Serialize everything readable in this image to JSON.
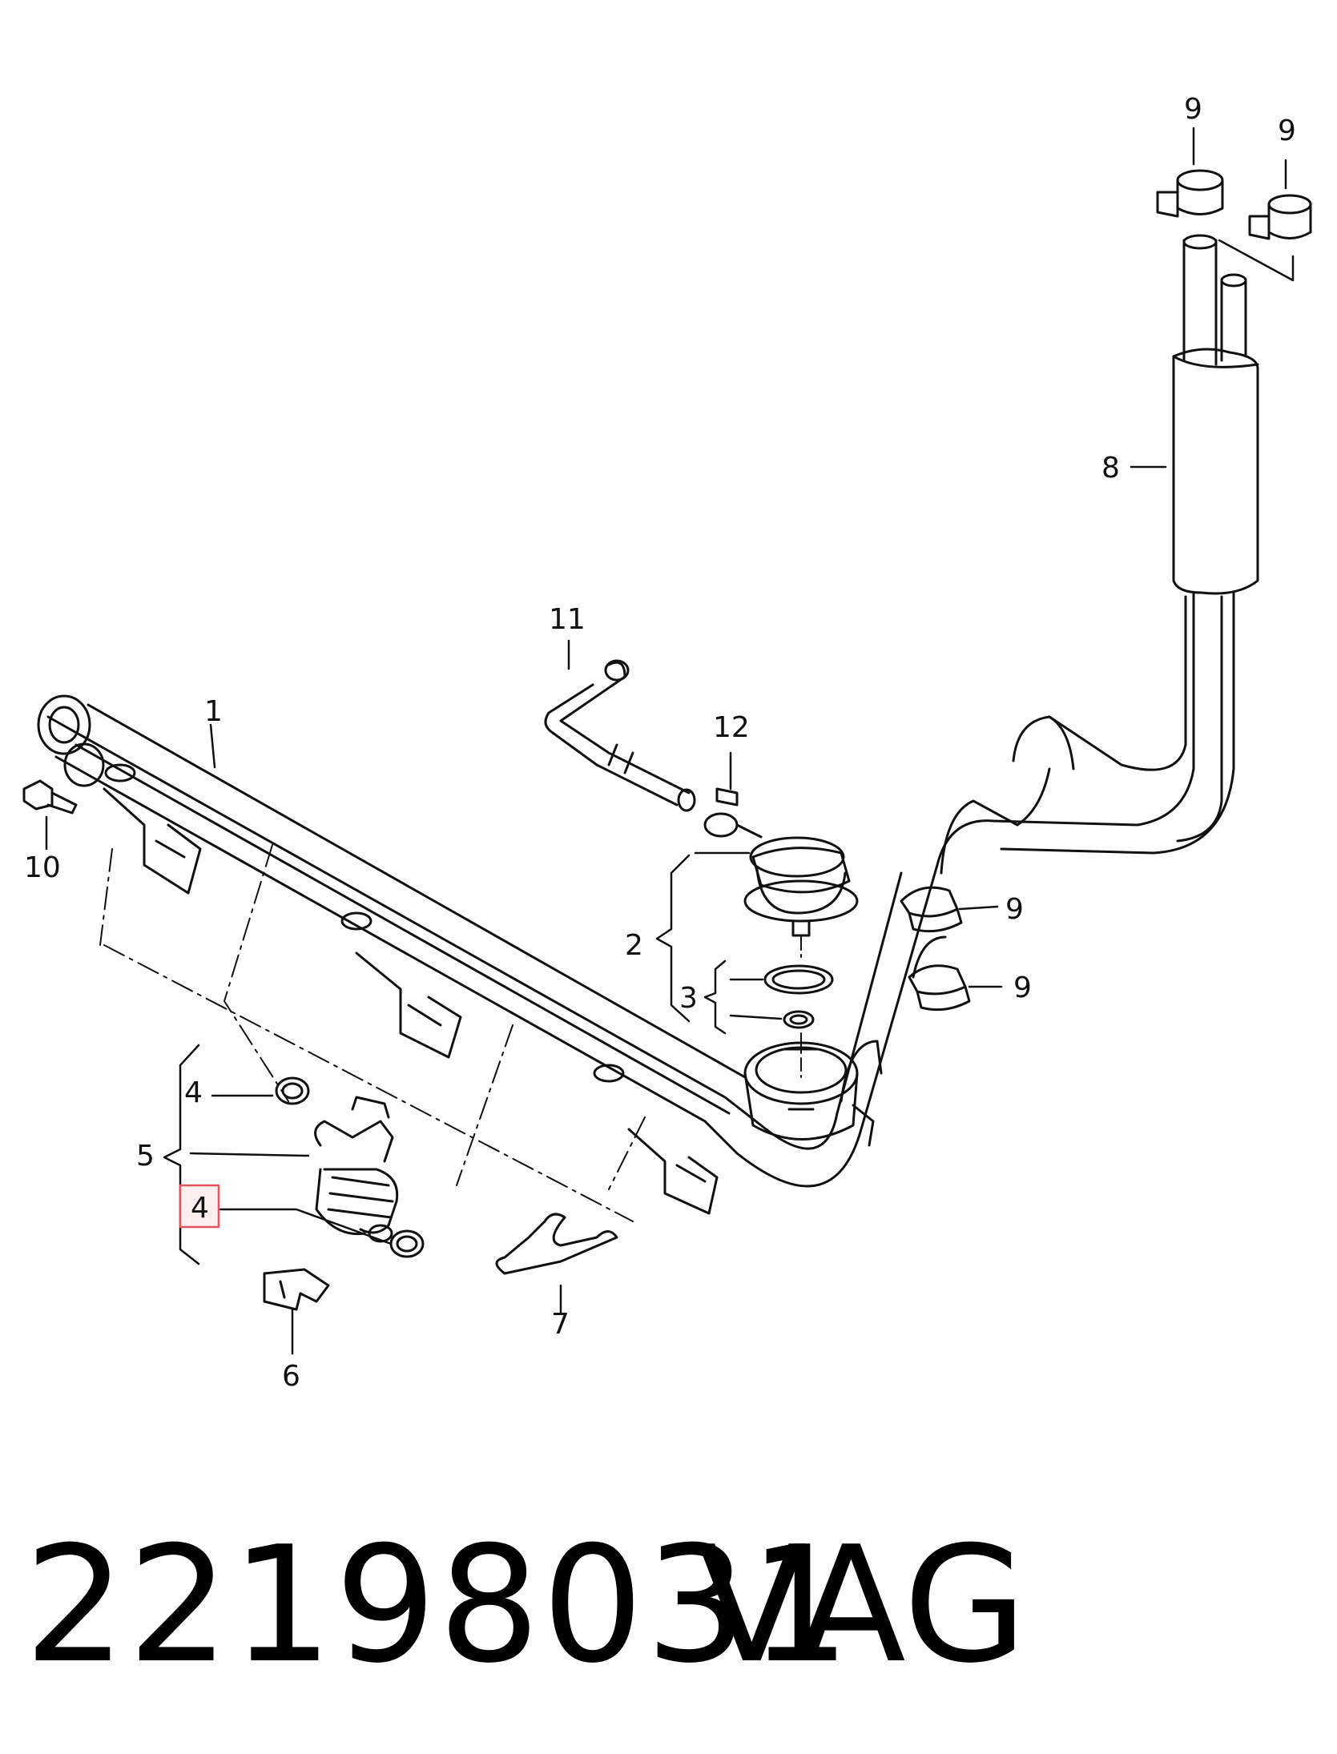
{
  "diagram": {
    "callouts": {
      "c1": "1",
      "c2": "2",
      "c3": "3",
      "c4a": "4",
      "c4b": "4",
      "c5": "5",
      "c6": "6",
      "c7": "7",
      "c8": "8",
      "c9a": "9",
      "c9b": "9",
      "c9c": "9",
      "c9d": "9",
      "c10": "10",
      "c11": "11",
      "c12": "12"
    },
    "highlight_color": "#e05560"
  },
  "footer": {
    "part_number": "22198031",
    "brand": "VAG"
  }
}
